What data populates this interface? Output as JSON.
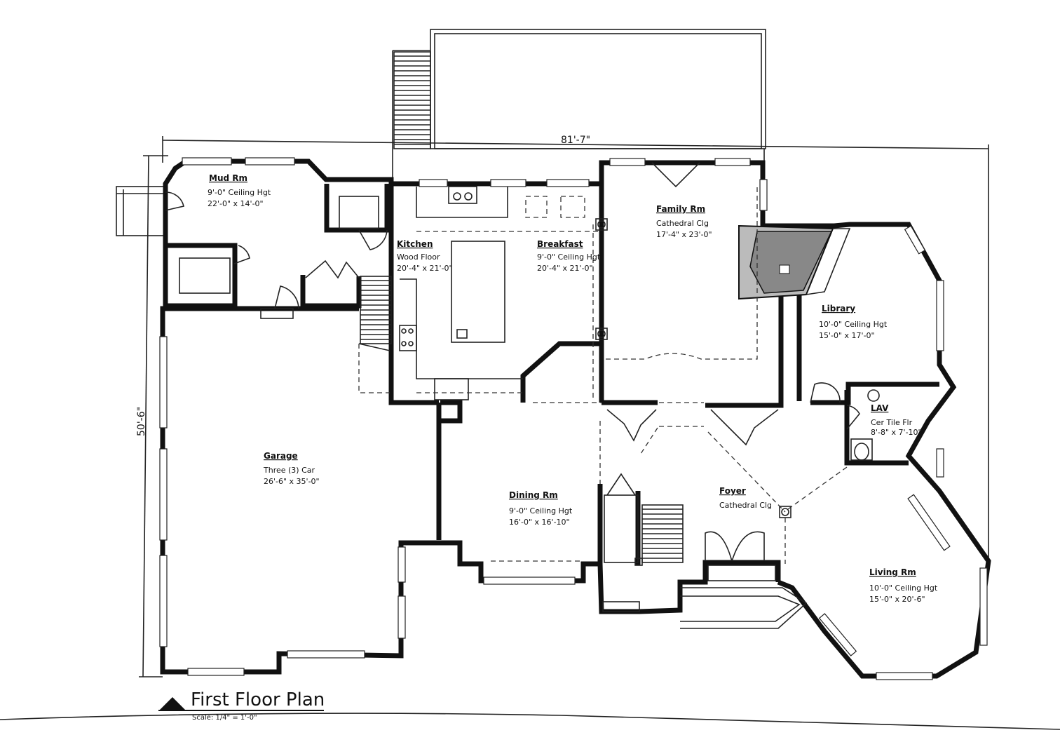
{
  "plan": {
    "title": "First Floor Plan",
    "scale": "Scale: 1/4\" = 1'-0\"",
    "dimensions": {
      "width": "81'-7\"",
      "depth": "50'-6\""
    }
  },
  "rooms": {
    "mud": {
      "name": "Mud Rm",
      "line1": "9'-0\" Ceiling Hgt",
      "line2": "22'-0\" x 14'-0\""
    },
    "kitchen": {
      "name": "Kitchen",
      "line1": "Wood Floor",
      "line2": "20'-4\" x 21'-0\""
    },
    "breakfast": {
      "name": "Breakfast",
      "line1": "9'-0\" Ceiling Hgt",
      "line2": "20'-4\" x 21'-0\""
    },
    "family": {
      "name": "Family Rm",
      "line1": "Cathedral Clg",
      "line2": "17'-4\" x 23'-0\""
    },
    "library": {
      "name": "Library",
      "line1": "10'-0\" Ceiling Hgt",
      "line2": "15'-0\" x 17'-0\""
    },
    "lav": {
      "name": "LAV",
      "line1": "Cer Tile Flr",
      "line2": "8'-8\" x 7'-10\""
    },
    "garage": {
      "name": "Garage",
      "line1": "Three (3) Car",
      "line2": "26'-6\" x 35'-0\""
    },
    "dining": {
      "name": "Dining Rm",
      "line1": "9'-0\" Ceiling Hgt",
      "line2": "16'-0\" x 16'-10\""
    },
    "foyer": {
      "name": "Foyer",
      "line1": "Cathedral Clg",
      "line2": ""
    },
    "living": {
      "name": "Living Rm",
      "line1": "10'-0\" Ceiling Hgt",
      "line2": "15'-0\" x 20'-6\""
    }
  }
}
